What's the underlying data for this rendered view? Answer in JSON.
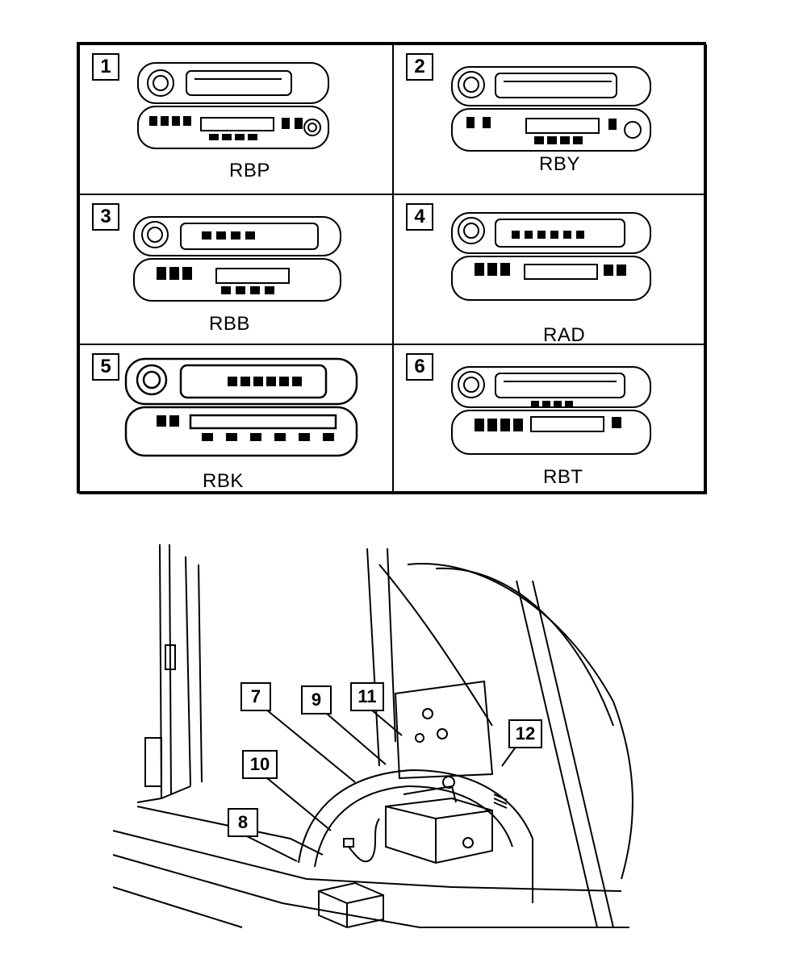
{
  "radios": [
    {
      "number": "1",
      "code": "RBP"
    },
    {
      "number": "2",
      "code": "RBY"
    },
    {
      "number": "3",
      "code": "RBB"
    },
    {
      "number": "4",
      "code": "RAD"
    },
    {
      "number": "5",
      "code": "RBK"
    },
    {
      "number": "6",
      "code": "RBT"
    }
  ],
  "callouts": {
    "c7": "7",
    "c8": "8",
    "c9": "9",
    "c10": "10",
    "c11": "11",
    "c12": "12"
  }
}
